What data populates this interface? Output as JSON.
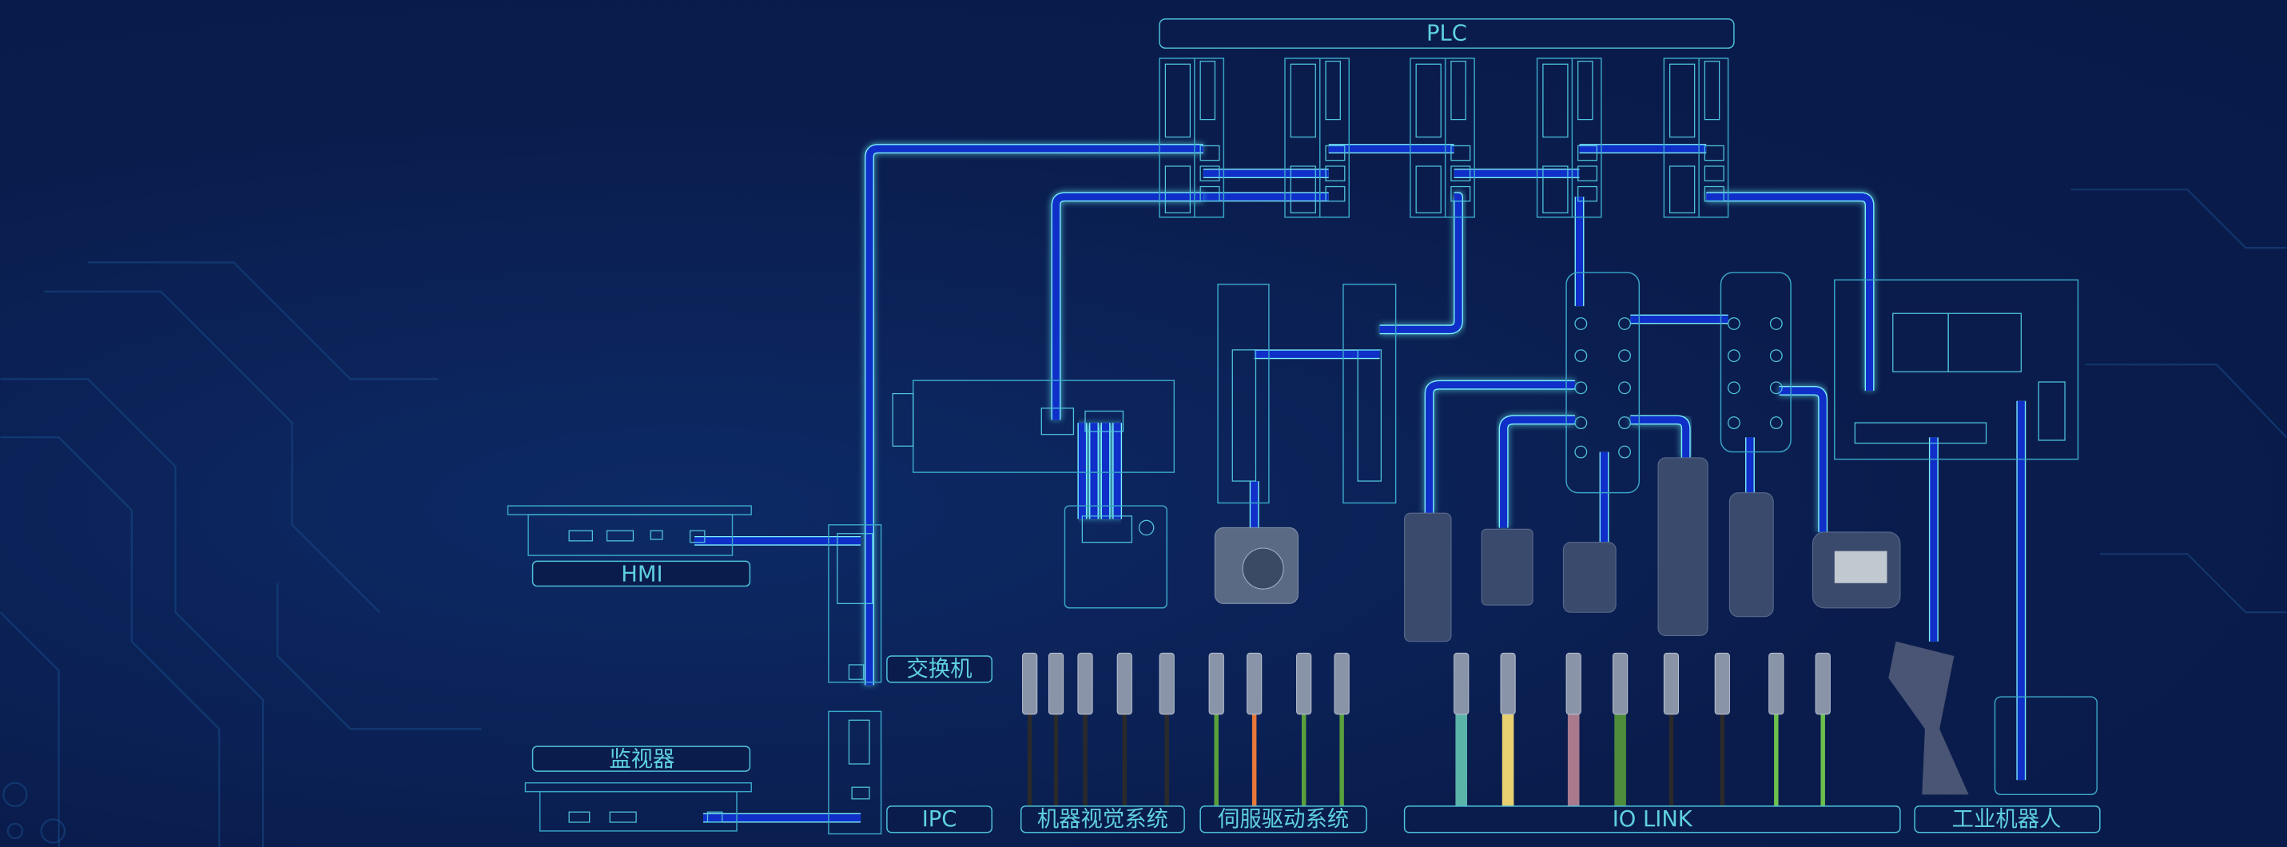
{
  "labels": {
    "plc": "PLC",
    "hmi": "HMI",
    "switch": "交换机",
    "monitor": "监视器",
    "ipc": "IPC",
    "vision": "机器视觉系统",
    "servo": "伺服驱动系统",
    "iolink": "IO LINK",
    "robot": "工业机器人"
  },
  "colors": {
    "background": "#0a1c4c",
    "outline": "#4fc3dc",
    "cable": "#0f2fc8",
    "cable_glow": "#7ef0ff"
  },
  "cable_colors": [
    "#2a2a2a",
    "#2a2a2a",
    "#2a2a2a",
    "#2a2a2a",
    "#2a2a2a",
    "#5aa03c",
    "#e8783a",
    "#5aa03c",
    "#5aa03c",
    "#5ab4a8",
    "#e8d070",
    "#a87a8c",
    "#4f8c3c",
    "#2a2a2a",
    "#2a2a2a",
    "#6cc04c",
    "#6cc04c"
  ]
}
